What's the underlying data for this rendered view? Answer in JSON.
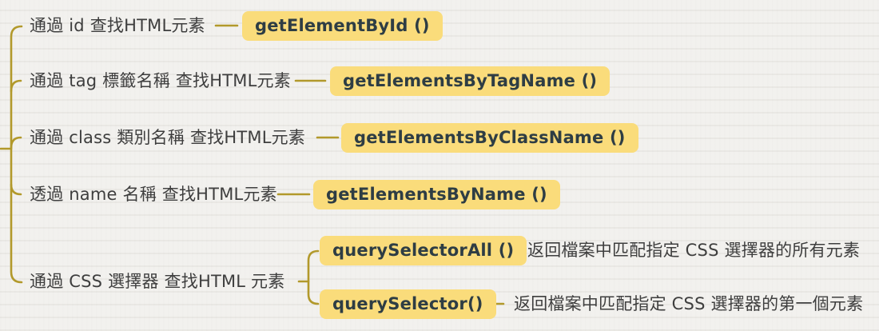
{
  "colors": {
    "background_paper": "#f2f1ee",
    "connector_olive": "#b2992b",
    "box_yellow": "#fadc7b",
    "box_text": "#2e3d44",
    "label_text": "#3e3e3e"
  },
  "mindmap": {
    "topic": "finding-html-elements",
    "branches": [
      {
        "label": "通過 id 查找HTML元素",
        "method": "getElementById ()"
      },
      {
        "label": "通過 tag 標籤名稱 查找HTML元素",
        "method": "getElementsByTagName ()"
      },
      {
        "label": "通過 class 類別名稱 查找HTML元素",
        "method": "getElementsByClassName ()"
      },
      {
        "label": "透過 name 名稱 查找HTML元素",
        "method": "getElementsByName ()"
      },
      {
        "label": "通過 CSS 選擇器 查找HTML 元素",
        "children": [
          {
            "method": "querySelectorAll ()",
            "description": "返回檔案中匹配指定 CSS 選擇器的所有元素"
          },
          {
            "method": "querySelector()",
            "description": "返回檔案中匹配指定 CSS 選擇器的第一個元素"
          }
        ]
      }
    ]
  }
}
